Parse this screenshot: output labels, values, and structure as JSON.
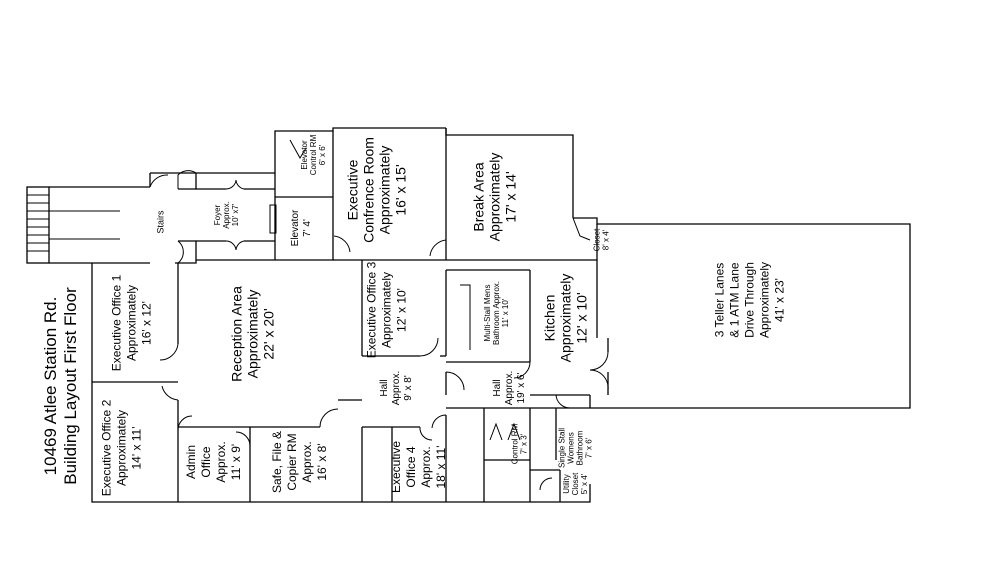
{
  "title": {
    "line1": "10469 Atlee Station Rd.",
    "line2": "Building Layout First Floor"
  },
  "rooms": {
    "stairs": {
      "lines": [
        "Stairs"
      ]
    },
    "foyer": {
      "lines": [
        "Foyer",
        "Approx.",
        "10' x7'"
      ]
    },
    "elevator_control": {
      "lines": [
        "Elevator",
        "Control RM",
        "6' x 6'"
      ]
    },
    "elevator": {
      "lines": [
        "Elevator",
        "7' 4'"
      ]
    },
    "exec_conference": {
      "lines": [
        "Executive",
        "Confrence Room",
        "Approximately",
        "16' x 15'"
      ]
    },
    "break_area": {
      "lines": [
        "Break Area",
        "Approximately",
        "17' x 14'"
      ]
    },
    "closet": {
      "lines": [
        "Closet",
        "8' x 4'"
      ]
    },
    "teller": {
      "lines": [
        "3 Teller Lanes",
        "& 1 ATM Lane",
        "Drive Through",
        "Approximately",
        "41' x 23'"
      ]
    },
    "exec_office_1": {
      "lines": [
        "Executive Office 1",
        "Approximately",
        "16' x 12'"
      ]
    },
    "reception": {
      "lines": [
        "Reception Area",
        "Approximately",
        "22' x 20'"
      ]
    },
    "exec_office_3": {
      "lines": [
        "Executive Office 3",
        "Approximately",
        "12' x 10'"
      ]
    },
    "mens_bath": {
      "lines": [
        "Multi-Stall Mens",
        "Bathroom Approx.",
        "11' x 10'"
      ]
    },
    "kitchen": {
      "lines": [
        "Kitchen",
        "Approximately",
        "12' x 10'"
      ]
    },
    "exec_office_2": {
      "lines": [
        "Executive Office 2",
        "Approximately",
        "14' x 11'"
      ]
    },
    "admin_office": {
      "lines": [
        "Admin",
        "Office",
        "Approx.",
        "11' x 9'"
      ]
    },
    "safe_file": {
      "lines": [
        "Safe, File &",
        "Copier RM",
        "Approx.",
        "16' x 8'"
      ]
    },
    "hall_1": {
      "lines": [
        "Hall",
        "Approx.",
        "9' x 8'"
      ]
    },
    "exec_office_4": {
      "lines": [
        "Executive",
        "Office 4",
        "Approx.",
        "18' x 11'"
      ]
    },
    "hall_2": {
      "lines": [
        "Hall",
        "Approx.",
        "19' x 6'"
      ]
    },
    "control_rm": {
      "lines": [
        "Control RM",
        "7' x 3'"
      ]
    },
    "womens_bath": {
      "lines": [
        "Single Stall",
        "Womens",
        "Bathroom",
        "7' x 6'"
      ]
    },
    "utility_closet": {
      "lines": [
        "Utility",
        "Closet",
        "5' x 4'"
      ]
    }
  }
}
